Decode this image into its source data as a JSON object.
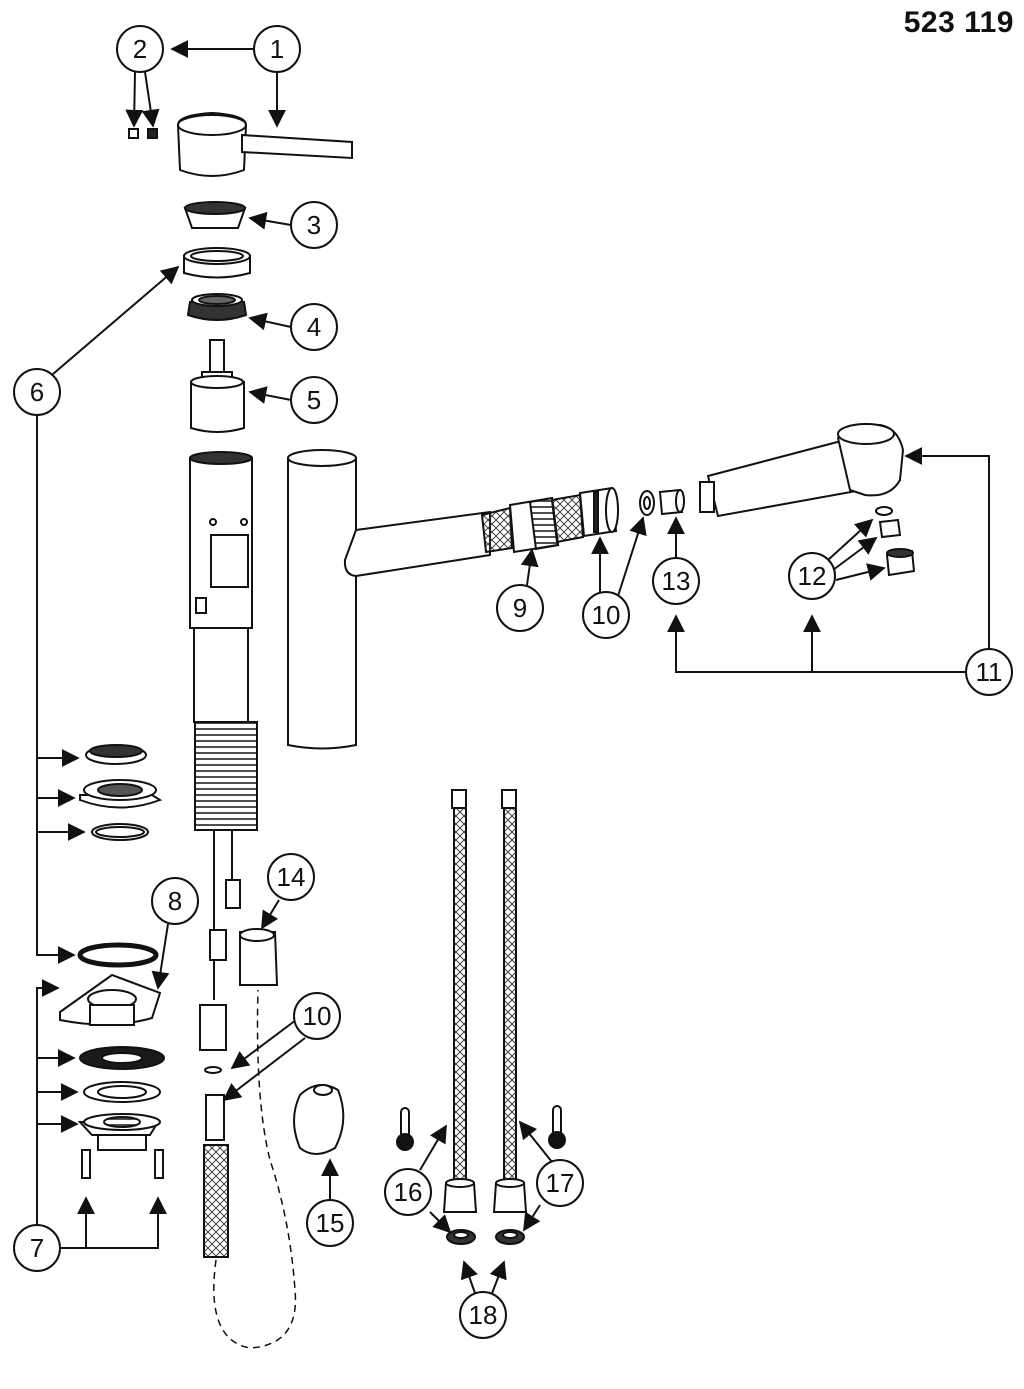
{
  "part_number": "523 119",
  "callouts": [
    {
      "id": "c1",
      "label": "1"
    },
    {
      "id": "c2",
      "label": "2"
    },
    {
      "id": "c3",
      "label": "3"
    },
    {
      "id": "c4",
      "label": "4"
    },
    {
      "id": "c5",
      "label": "5"
    },
    {
      "id": "c6",
      "label": "6"
    },
    {
      "id": "c7",
      "label": "7"
    },
    {
      "id": "c8",
      "label": "8"
    },
    {
      "id": "c9",
      "label": "9"
    },
    {
      "id": "c10a",
      "label": "10"
    },
    {
      "id": "c10b",
      "label": "10"
    },
    {
      "id": "c11",
      "label": "11"
    },
    {
      "id": "c12",
      "label": "12"
    },
    {
      "id": "c13",
      "label": "13"
    },
    {
      "id": "c14",
      "label": "14"
    },
    {
      "id": "c15",
      "label": "15"
    },
    {
      "id": "c16",
      "label": "16"
    },
    {
      "id": "c17",
      "label": "17"
    },
    {
      "id": "c18",
      "label": "18"
    }
  ],
  "colors": {
    "line": "#111111",
    "fill": "#ffffff",
    "gasket": "#1a1a1a",
    "mesh": "#555555"
  }
}
